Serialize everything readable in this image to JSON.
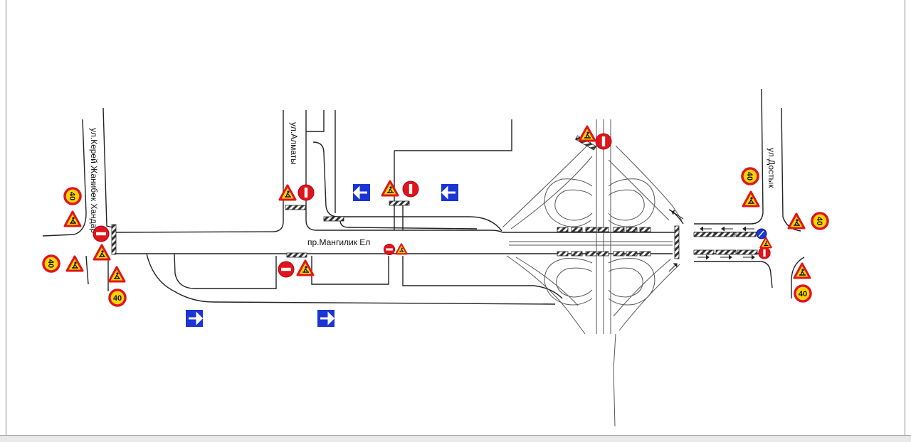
{
  "streets": {
    "kerey": "ул.Керей Жанибек Хандар",
    "almaty": "ул.Алматы",
    "dostyk": "ул.Достык",
    "main": "пр.Мангилик Ел"
  },
  "signs": {
    "speed_limit": "40"
  },
  "colors": {
    "road_line": "#222222",
    "sign_red": "#e0141c",
    "sign_yellow": "#ffd400",
    "sign_blue": "#1a34d6",
    "hatch": "#333333"
  },
  "icons": {
    "no_entry": "no-entry-icon",
    "roadworks": "roadworks-icon",
    "speed": "speed-limit-icon",
    "detour_left": "detour-left-arrow-icon",
    "detour_right": "detour-right-arrow-icon",
    "keep_right": "keep-right-icon"
  }
}
